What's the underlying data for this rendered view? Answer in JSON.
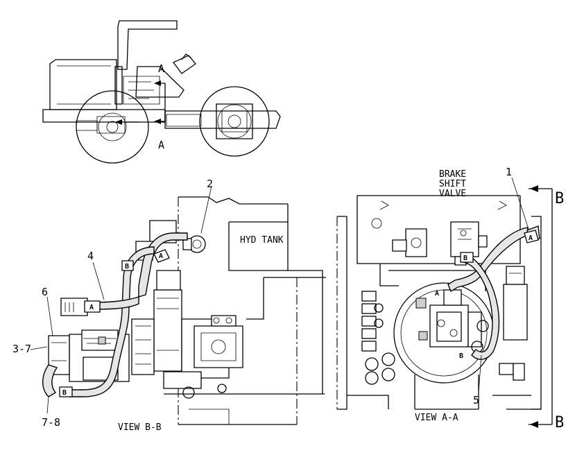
{
  "top_view": {
    "section_marker_top": "A",
    "section_marker_bottom": "A"
  },
  "view_bb": {
    "caption": "VIEW B-B",
    "tank_label": "HYD TANK",
    "callouts": [
      "2",
      "4",
      "6",
      "3-7",
      "7-8"
    ],
    "hose_tags": [
      "A",
      "B",
      "A",
      "B"
    ]
  },
  "view_aa": {
    "caption": "VIEW A-A",
    "valve_label_lines": [
      "BRAKE",
      "SHIFT",
      "VALVE"
    ],
    "callouts": [
      "1",
      "5"
    ],
    "hose_tags": [
      "A",
      "B",
      "A",
      "B"
    ],
    "section_marker_top": "B",
    "section_marker_bottom": "B"
  },
  "colors": {
    "line": "#000000",
    "hose_fill": "#e6e6e6",
    "background": "#ffffff"
  }
}
